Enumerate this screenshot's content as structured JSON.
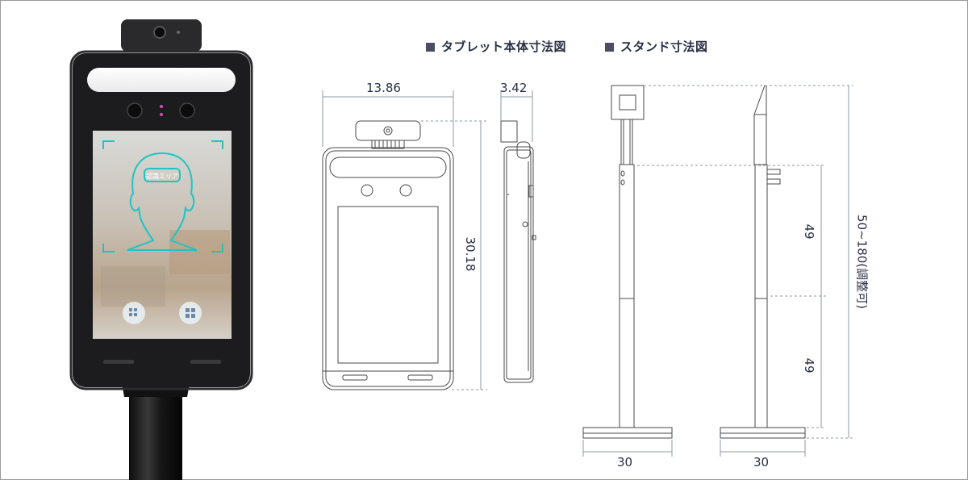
{
  "headings": {
    "tablet": "タブレット本体寸法図",
    "stand": "スタンド寸法図"
  },
  "dimensions": {
    "tablet_width": "13.86",
    "tablet_depth": "3.42",
    "tablet_height": "30.18",
    "stand_upper": "49",
    "stand_lower": "49",
    "stand_total": "50~180(調整可)",
    "base_front": "30",
    "base_side": "30"
  },
  "photo": {
    "screen_label": "認識エリア"
  },
  "colors": {
    "text": "#2a2f45",
    "dimension_line": "#8e9aa6",
    "device_body": "#1c1c1e",
    "face_guide": "#1fc4c4"
  }
}
